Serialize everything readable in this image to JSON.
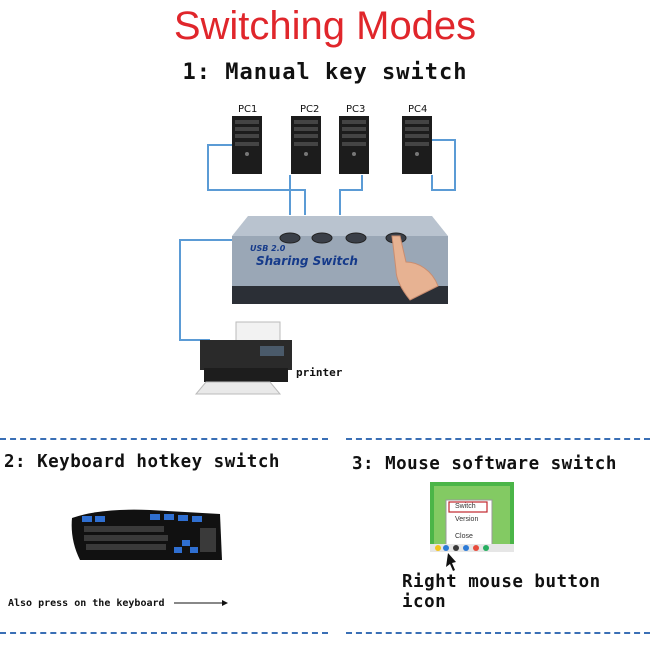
{
  "header": {
    "title": "Switching Modes"
  },
  "section1": {
    "heading": "1: Manual key switch",
    "pcs": [
      "PC1",
      "PC2",
      "PC3",
      "PC4"
    ],
    "device_small": "USB 2.0",
    "device_name": "Sharing Switch",
    "printer_label": "printer"
  },
  "section2": {
    "heading": "2: Keyboard hotkey switch",
    "note": "Also press on the keyboard"
  },
  "section3": {
    "heading": "3: Mouse software switch",
    "menu": [
      "Switch",
      "Version",
      "Close"
    ],
    "caption": "Right mouse button icon"
  },
  "colors": {
    "title": "#e0262b",
    "wire": "#5b9bd5",
    "separator": "#3a6fb5",
    "menu_highlight": "#c0272d"
  }
}
